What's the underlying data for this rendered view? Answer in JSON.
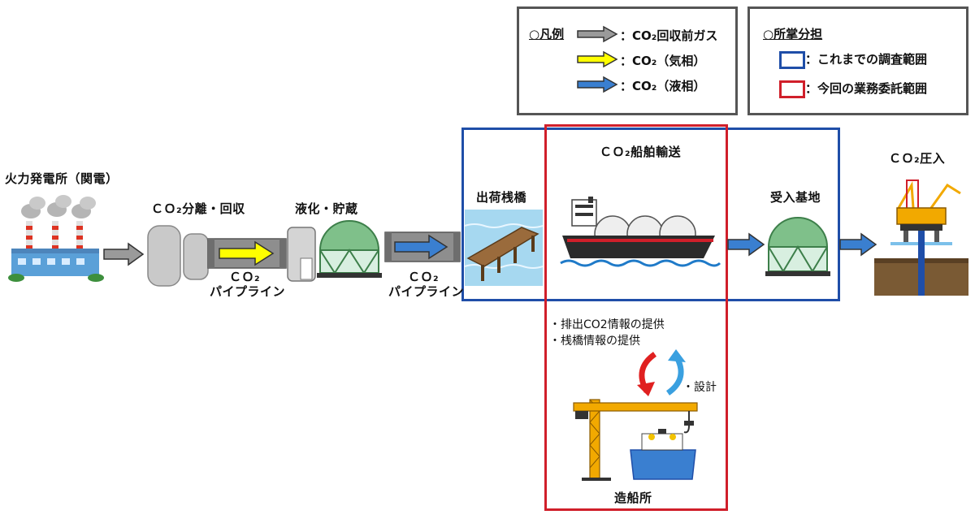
{
  "legend": {
    "title": "○凡例",
    "items": [
      {
        "label": "：CO₂回収前ガス",
        "color": "#9a9a9a"
      },
      {
        "label": "：CO₂（気相）",
        "color": "#ffff00"
      },
      {
        "label": "：CO₂（液相）",
        "color": "#3a7fd0"
      }
    ]
  },
  "scope": {
    "title": "○所掌分担",
    "items": [
      {
        "label": "：これまでの調査範囲",
        "color": "#1f4ea8"
      },
      {
        "label": "：今回の業務委託範囲",
        "color": "#d01f2a"
      }
    ]
  },
  "stages": {
    "power_plant": "火力発電所（関電）",
    "separation": "ＣＯ₂分離・回収",
    "pipeline1_line1": "ＣＯ₂",
    "pipeline1_line2": "パイプライン",
    "liquefaction": "液化・貯蔵",
    "pipeline2_line1": "ＣＯ₂",
    "pipeline2_line2": "パイプライン",
    "pier": "出荷桟橋",
    "shipping": "ＣＯ₂船舶輸送",
    "receiving": "受入基地",
    "injection": "ＣＯ₂圧入",
    "shipyard": "造船所"
  },
  "notes": {
    "emission_info": "・排出CO2情報の提供",
    "pier_info": "・桟橋情報の提供",
    "design": "・設計"
  }
}
